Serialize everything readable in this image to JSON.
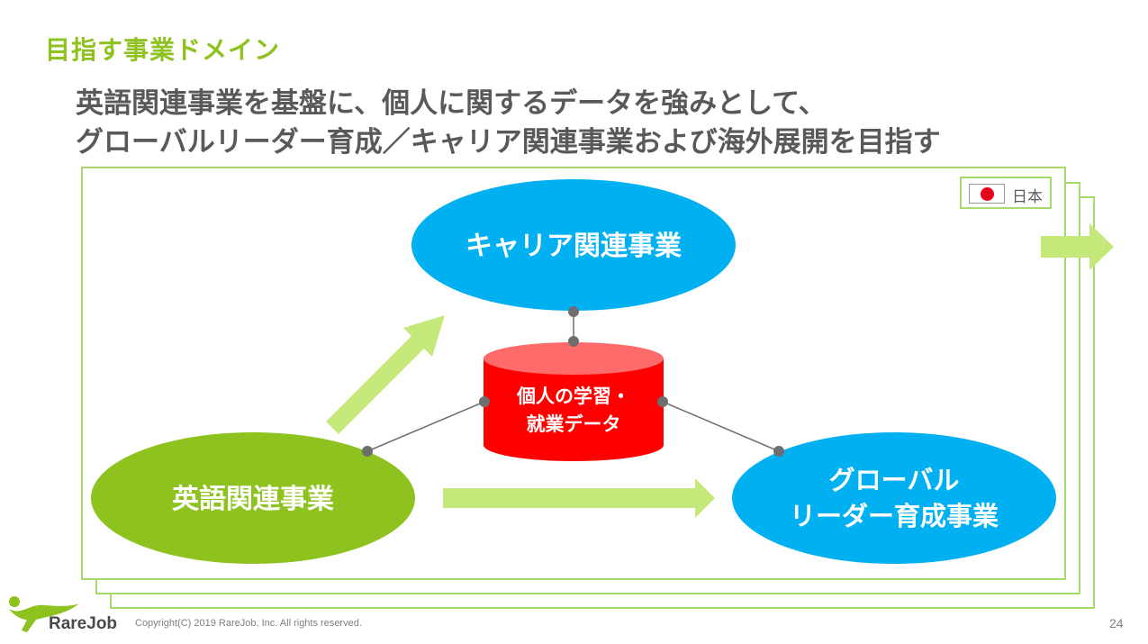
{
  "slide": {
    "title": "目指す事業ドメイン",
    "subtitle_line1": "英語関連事業を基盤に、個人に関するデータを強みとして、",
    "subtitle_line2": "グローバルリーダー育成／キャリア関連事業および海外展開を目指す",
    "page_number": "24"
  },
  "region_badge": {
    "label": "日本",
    "icon": "japan-flag-icon"
  },
  "diagram": {
    "nodes": {
      "career": {
        "label": "キャリア関連事業",
        "color": "#00b0f0"
      },
      "data_store": {
        "line1": "個人の学習・",
        "line2": "就業データ",
        "color": "#ff0000"
      },
      "english": {
        "label": "英語関連事業",
        "color": "#8dc21f"
      },
      "global": {
        "line1": "グローバル",
        "line2": "リーダー育成事業",
        "color": "#00b0f0"
      }
    },
    "arrow_color": "#c5e87a",
    "connector_color": "#6e6e6e"
  },
  "footer": {
    "brand": "RareJob",
    "copyright": "Copyright(C) 2019 RareJob, Inc. All rights reserved."
  }
}
